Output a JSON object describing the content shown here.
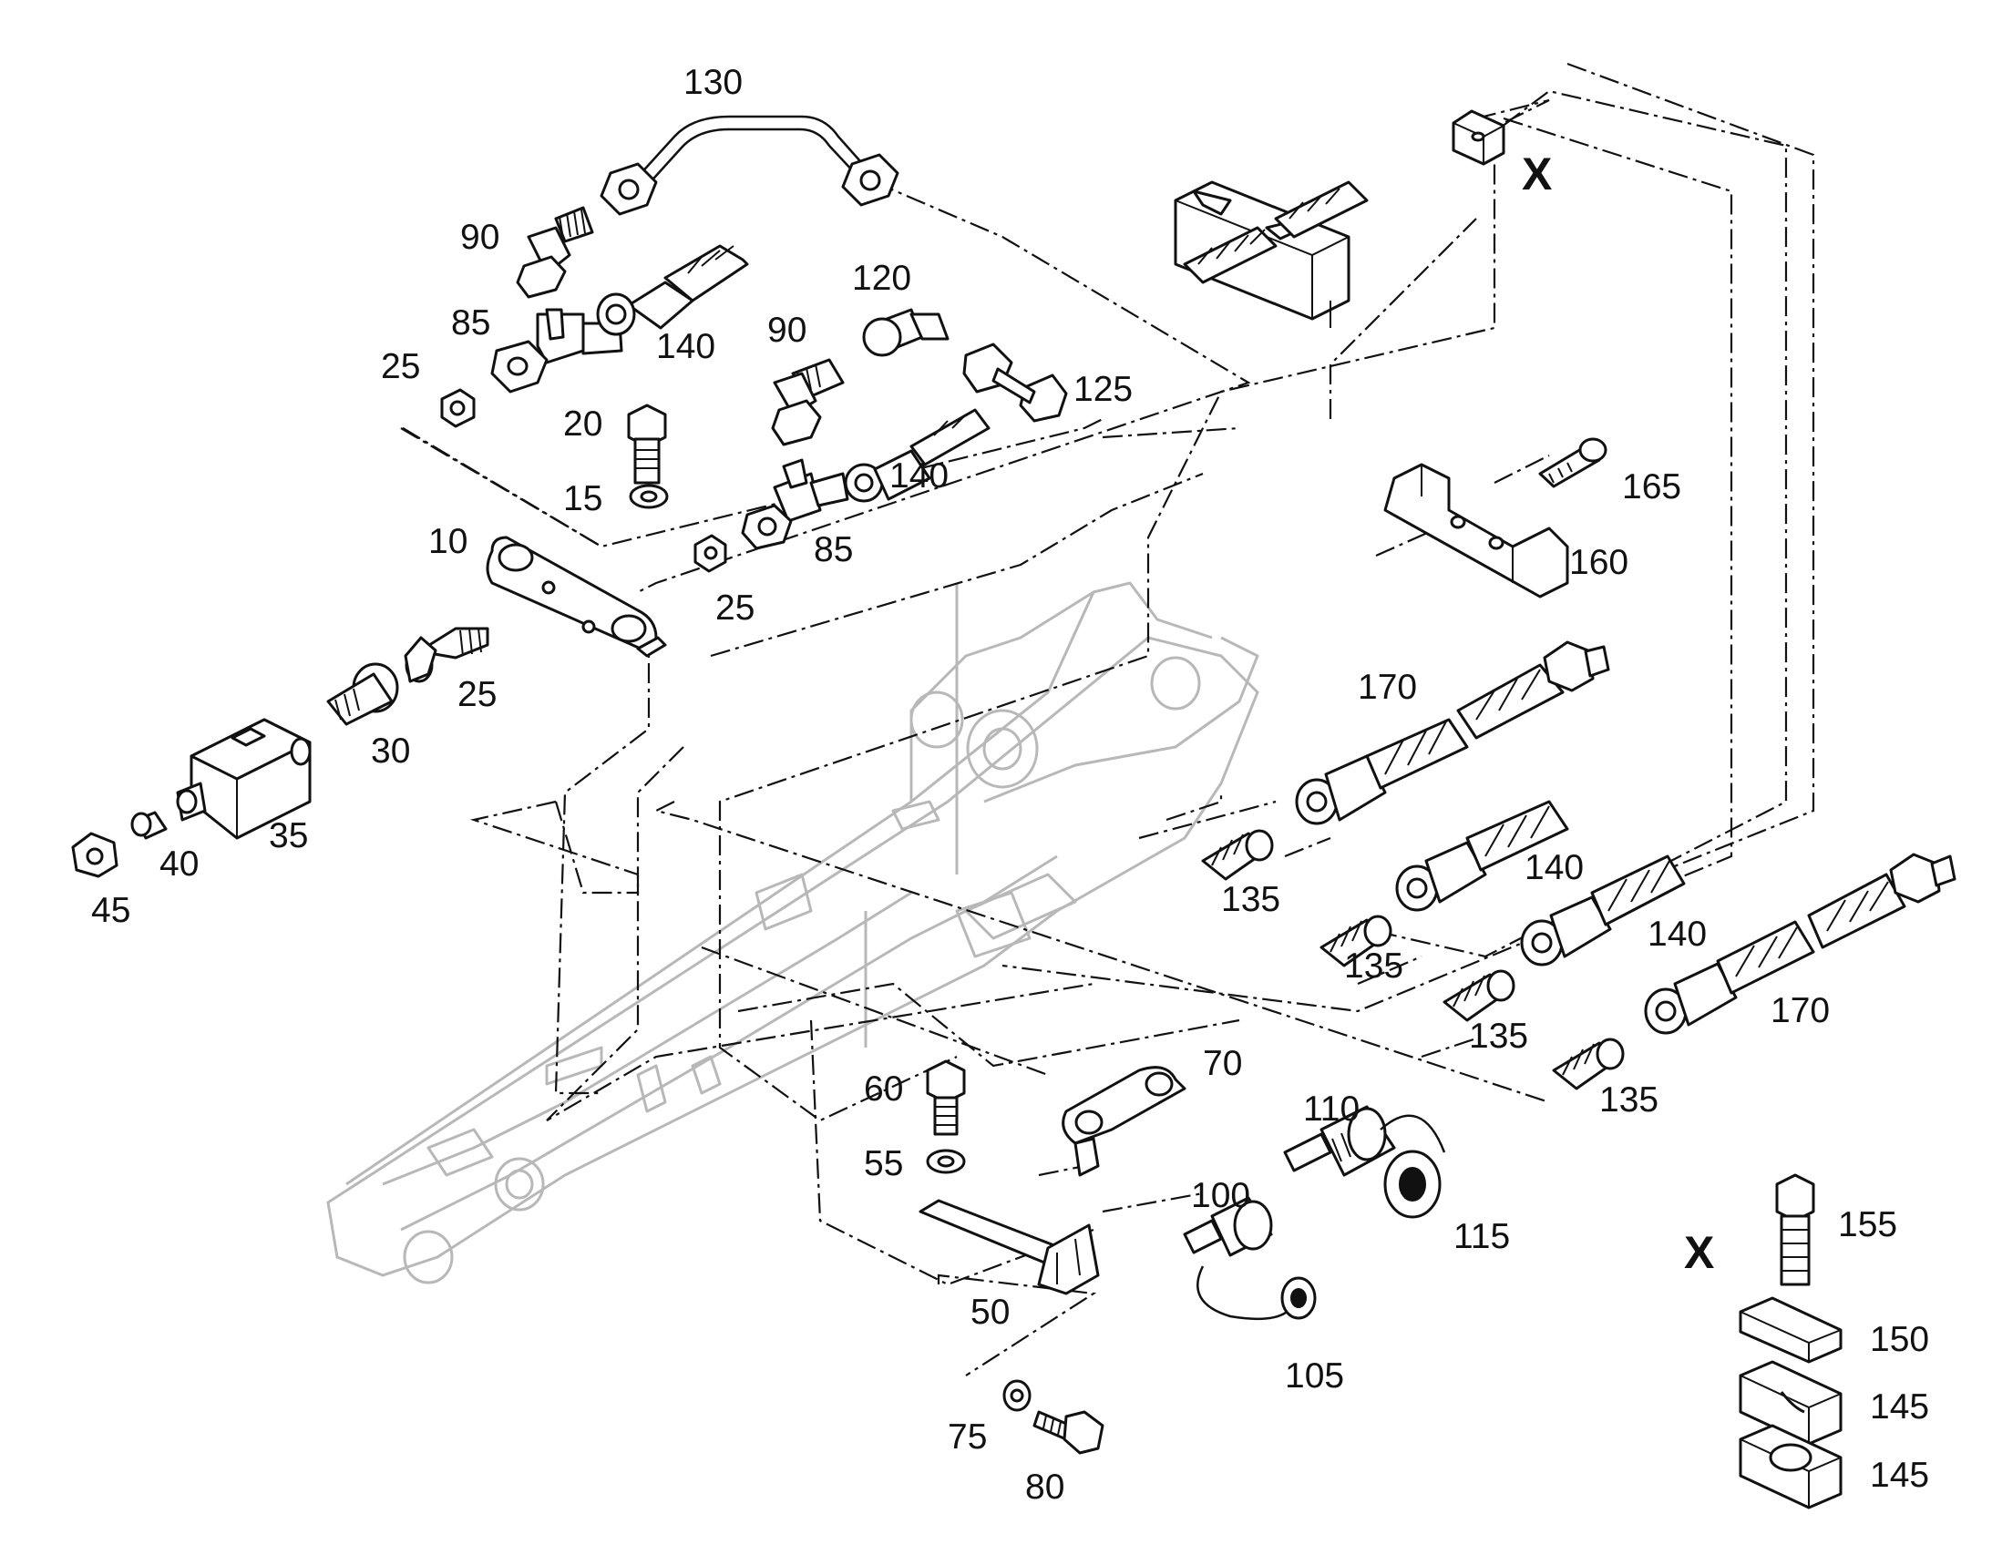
{
  "diagram": {
    "detail_marker": "X",
    "detail_marker_inset": "X",
    "labels": {
      "p10": "10",
      "p15": "15",
      "p20": "20",
      "p25a": "25",
      "p25b": "25",
      "p25c": "25",
      "p30": "30",
      "p35": "35",
      "p40": "40",
      "p45": "45",
      "p50": "50",
      "p55": "55",
      "p60": "60",
      "p70": "70",
      "p75": "75",
      "p80": "80",
      "p85a": "85",
      "p85b": "85",
      "p90a": "90",
      "p90b": "90",
      "p100": "100",
      "p105": "105",
      "p110": "110",
      "p115": "115",
      "p120": "120",
      "p125": "125",
      "p130": "130",
      "p135a": "135",
      "p135b": "135",
      "p135c": "135",
      "p135d": "135",
      "p140a": "140",
      "p140b": "140",
      "p140c": "140",
      "p140d": "140",
      "p145a": "145",
      "p145b": "145",
      "p150": "150",
      "p155": "155",
      "p160": "160",
      "p165": "165",
      "p170a": "170",
      "p170b": "170"
    }
  }
}
